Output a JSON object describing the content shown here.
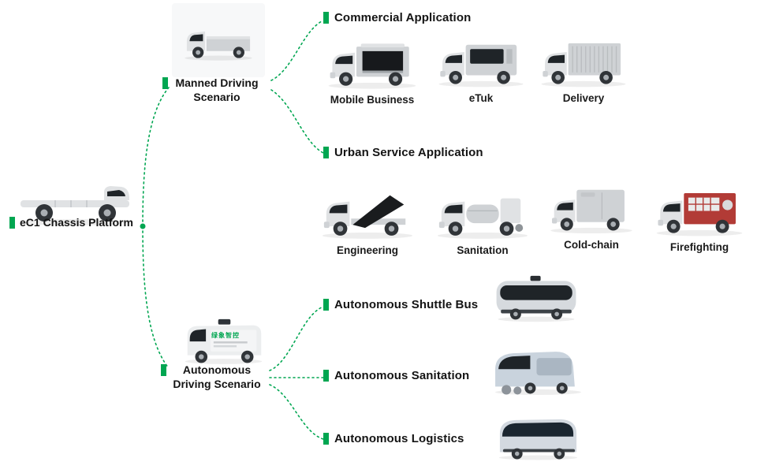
{
  "accent": "#00A651",
  "root": {
    "label": "eC1 Chassis Platform"
  },
  "manned": {
    "label": "Manned Driving Scenario",
    "groups": {
      "commercial": {
        "title": "Commercial Application",
        "vehicles": [
          {
            "name": "Mobile Business"
          },
          {
            "name": "eTuk"
          },
          {
            "name": "Delivery"
          }
        ]
      },
      "urban": {
        "title": "Urban Service Application",
        "vehicles": [
          {
            "name": "Engineering"
          },
          {
            "name": "Sanitation"
          },
          {
            "name": "Cold-chain"
          },
          {
            "name": "Firefighting"
          }
        ]
      }
    }
  },
  "autonomous": {
    "label": "Autonomous Driving Scenario",
    "van_brand": "绿象智控",
    "applications": [
      {
        "title": "Autonomous Shuttle Bus"
      },
      {
        "title": "Autonomous Sanitation"
      },
      {
        "title": "Autonomous Logistics"
      }
    ]
  }
}
